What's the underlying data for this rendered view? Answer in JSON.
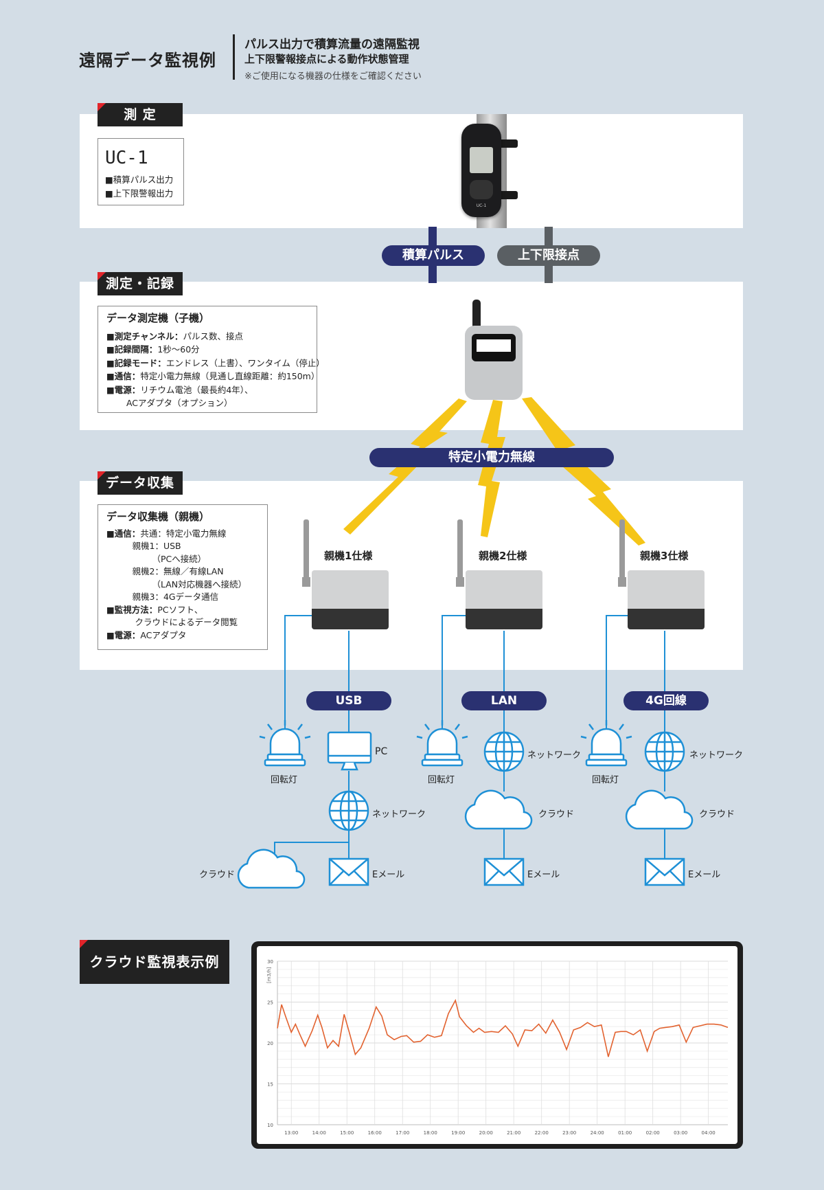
{
  "header": {
    "title": "遠隔データ監視例",
    "line1": "パルス出力で積算流量の遠隔監視",
    "line2": "上下限警報接点による動作状態管理",
    "note": "※ご使用になる機器の仕様をご確認ください"
  },
  "sections": {
    "measure": "測 定",
    "record": "測定・記録",
    "collect": "データ収集",
    "cloud": "クラウド監視表示例"
  },
  "uc1": {
    "model": "UC-1",
    "items": [
      "■積算パルス出力",
      "■上下限警報出力"
    ]
  },
  "device_label": "UC-1",
  "signals": {
    "pulse": "積算パルス",
    "contact": "上下限接点",
    "wireless": "特定小電力無線"
  },
  "child": {
    "title": "データ測定機（子機）",
    "rows": [
      [
        "■測定チャンネル：",
        "パルス数、接点"
      ],
      [
        "■記録間隔：",
        "1秒～60分"
      ],
      [
        "■記録モード：",
        "エンドレス（上書）、ワンタイム（停止）"
      ],
      [
        "■通信：",
        "特定小電力無線（見通し直線距離：約150m）"
      ],
      [
        "■電源：",
        "リチウム電池（最長約4年）、"
      ],
      [
        "",
        "　　 ACアダプタ（オプション）"
      ]
    ]
  },
  "parent": {
    "title": "データ収集機（親機）",
    "rows": [
      [
        "■通信：",
        "共通：特定小電力無線"
      ],
      [
        "",
        "　　　親機1：USB"
      ],
      [
        "",
        "　　　　　 （PCへ接続）"
      ],
      [
        "",
        "　　　親機2：無線／有線LAN"
      ],
      [
        "",
        "　　　　　 （LAN対応機器へ接続）"
      ],
      [
        "",
        "　　　親機3：4Gデータ通信"
      ],
      [
        "■監視方法：",
        "PCソフト、"
      ],
      [
        "",
        "　　　 クラウドによるデータ閲覧"
      ],
      [
        "■電源：",
        "ACアダプタ"
      ]
    ]
  },
  "units": [
    {
      "name": "親機1仕様",
      "conn": "USB"
    },
    {
      "name": "親機2仕様",
      "conn": "LAN"
    },
    {
      "name": "親機3仕様",
      "conn": "4G回線"
    }
  ],
  "labels": {
    "beacon": "回転灯",
    "pc": "PC",
    "network": "ネットワーク",
    "cloud": "クラウド",
    "email": "Eメール"
  },
  "colors": {
    "navy": "#2a3171",
    "gray": "#5a5f63",
    "red": "#e1242a",
    "line": "#1e90d6",
    "bolt": "#f5c518",
    "chart_line": "#e2622f"
  },
  "chart_data": {
    "type": "line",
    "ylabel": "[m3/h]",
    "ylim": [
      10,
      30
    ],
    "yticks": [
      10,
      15,
      20,
      25,
      30
    ],
    "xticks": [
      "13:00",
      "14:00",
      "15:00",
      "16:00",
      "17:00",
      "18:00",
      "19:00",
      "20:00",
      "21:00",
      "22:00",
      "23:00",
      "24:00",
      "01:00",
      "02:00",
      "03:00",
      "04:00"
    ],
    "xrange": [
      12.5,
      28.7
    ],
    "grid": true,
    "series": [
      {
        "x": [
          12.5,
          12.65,
          12.8,
          13.0,
          13.15,
          13.3,
          13.5,
          13.75,
          13.95,
          14.1,
          14.3,
          14.5,
          14.7,
          14.9,
          15.1,
          15.3,
          15.5,
          15.8,
          16.05,
          16.25,
          16.45,
          16.7,
          16.95,
          17.15,
          17.4,
          17.65,
          17.9,
          18.15,
          18.4,
          18.65,
          18.9,
          19.05,
          19.3,
          19.55,
          19.75,
          19.95,
          20.2,
          20.45,
          20.7,
          20.95,
          21.15,
          21.4,
          21.65,
          21.9,
          22.15,
          22.4,
          22.65,
          22.9,
          23.15,
          23.4,
          23.65,
          23.9,
          24.15,
          24.4,
          24.65,
          24.85,
          25.05,
          25.3,
          25.55,
          25.8,
          26.05,
          26.25,
          26.45,
          26.7,
          26.95,
          27.2,
          27.45,
          27.7,
          27.95,
          28.2,
          28.45,
          28.7
        ],
        "values": [
          21.8,
          24.7,
          23.2,
          21.3,
          22.3,
          21.1,
          19.6,
          21.5,
          23.4,
          21.9,
          19.4,
          20.3,
          19.6,
          23.5,
          21.1,
          18.6,
          19.4,
          21.8,
          24.4,
          23.3,
          21.0,
          20.4,
          20.8,
          20.9,
          20.1,
          20.2,
          21.0,
          20.7,
          20.9,
          23.6,
          25.2,
          23.2,
          22.1,
          21.3,
          21.8,
          21.3,
          21.4,
          21.3,
          22.1,
          21.1,
          19.6,
          21.6,
          21.5,
          22.3,
          21.2,
          22.8,
          21.3,
          19.2,
          21.6,
          21.9,
          22.5,
          22.0,
          22.2,
          18.3,
          21.3,
          21.4,
          21.4,
          21.0,
          21.6,
          19.0,
          21.4,
          21.8,
          21.9,
          22.0,
          22.2,
          20.1,
          21.9,
          22.1,
          22.3,
          22.3,
          22.2,
          21.9
        ]
      }
    ]
  }
}
